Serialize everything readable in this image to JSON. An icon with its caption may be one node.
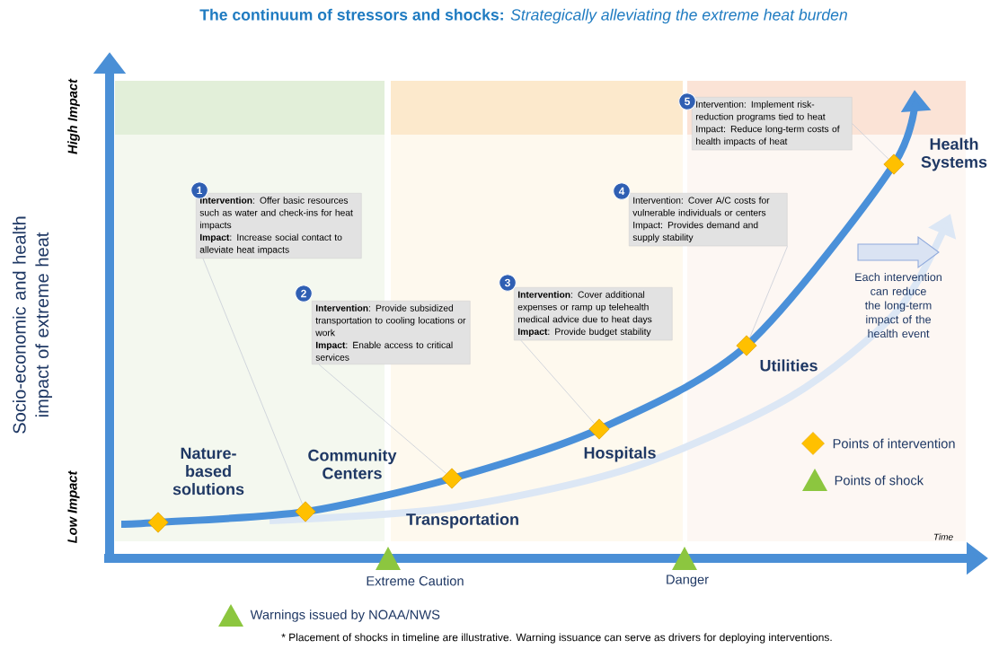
{
  "diagram": {
    "title": "**The continuum of stressors and shocks:** *Strategically alleviating the extreme heat burden*",
    "nodes": [
      {
        "text": [
          "1",
          "**Intervention**: Offer basic resources such as water and check-ins for heat impacts",
          "**Impact**: Increase social contact to alleviate heat impacts"
        ]
      },
      {
        "text": [
          "2",
          "**Intervention**: Provide subsidized transportation to cooling locations or work",
          "**Impact**: Enable access to critical services"
        ]
      },
      {
        "text": [
          "3",
          "**Intervention**: Cover additional expenses or ramp up telehealth medical advice due to heat days",
          "**Impact**: Provide budget stability"
        ]
      },
      {
        "text": [
          "4",
          "Intervention: Cover A/C costs for vulnerable individuals or centers",
          "Impact: Provides demand and supply stability"
        ]
      },
      {
        "text": [
          "5",
          "Intervention: Implement risk-reduction programs tied to heat",
          "Impact: Reduce long-term costs of health impacts of heat"
        ]
      },
      {
        "text": [],
        "shape": "diamond",
        "beside": [
          "Nature-based solutions"
        ]
      },
      {
        "text": [],
        "shape": "diamond",
        "beside": [
          "Community Centers"
        ]
      },
      {
        "text": [],
        "shape": "diamond",
        "beside": [
          "Transportation"
        ]
      },
      {
        "text": [],
        "shape": "diamond",
        "beside": [
          "Hospitals"
        ]
      },
      {
        "text": [],
        "shape": "diamond",
        "beside": [
          "Utilities"
        ]
      },
      {
        "text": [],
        "shape": "diamond",
        "beside": [
          "Health Systems"
        ]
      }
    ],
    "edges": [
      {
        "from": 0,
        "to": 6,
        "arrow": "none"
      },
      {
        "from": 1,
        "to": 7,
        "arrow": "none"
      },
      {
        "from": 2,
        "to": 8,
        "arrow": "none"
      },
      {
        "from": 3,
        "to": 9,
        "arrow": "none"
      },
      {
        "from": 4,
        "to": 10,
        "arrow": "none"
      }
    ],
    "labels": [
      "High Impact",
      "Socio-economic and health impact of extreme heat",
      "Low Impact",
      "Each intervention can reduce the long-term impact of the health event",
      "Time",
      "Extreme Caution",
      "Danger",
      "* Placement of shocks in timeline are illustrative. Warning issuance can serve as drivers for deploying interventions."
    ],
    "legend": [
      {
        "text": "Points of intervention"
      },
      {
        "text": "Points of shock"
      },
      {
        "text": "Warnings issued by NOAA/NWS"
      }
    ]
  }
}
